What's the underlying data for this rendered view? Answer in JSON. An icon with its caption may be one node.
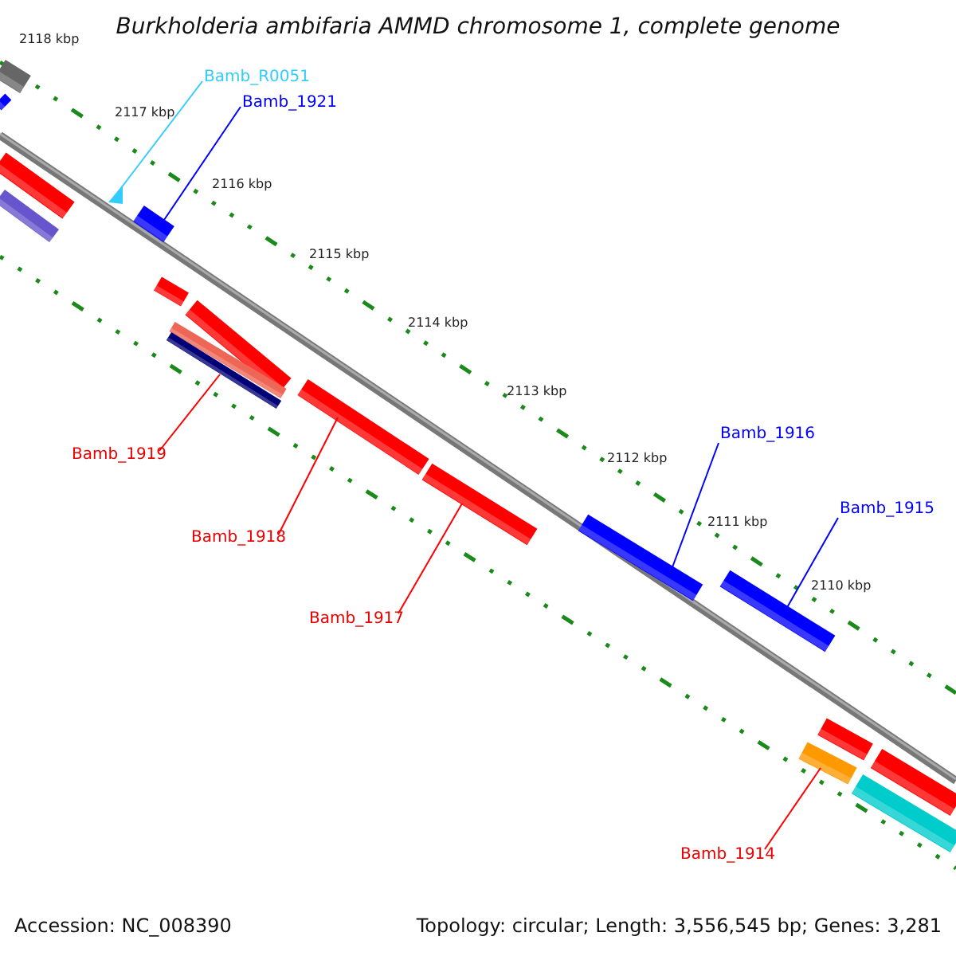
{
  "diagram": {
    "title": "Burkholderia ambifaria AMMD chromosome 1, complete genome",
    "nodes": [
      {
        "text": [
          "Bamb_R0051"
        ]
      },
      {
        "text": [],
        "shape": "triangle"
      },
      {
        "text": [
          "Bamb_1921"
        ]
      },
      {
        "text": [],
        "shape": "bar"
      },
      {
        "text": [
          "Bamb_1916"
        ]
      },
      {
        "text": [],
        "shape": "bar"
      },
      {
        "text": [
          "Bamb_1915"
        ]
      },
      {
        "text": [],
        "shape": "bar"
      },
      {
        "text": [
          "Bamb_1919"
        ]
      },
      {
        "text": [],
        "shape": "bar"
      },
      {
        "text": [
          "Bamb_1918"
        ]
      },
      {
        "text": [],
        "shape": "bar"
      },
      {
        "text": [
          "Bamb_1917"
        ]
      },
      {
        "text": [],
        "shape": "bar"
      },
      {
        "text": [
          "Bamb_1914"
        ]
      },
      {
        "text": [],
        "shape": "bar"
      }
    ],
    "edges": [
      {
        "from": 0,
        "to": 1,
        "arrow": "none",
        "color": "#33ccff"
      },
      {
        "from": 2,
        "to": 3,
        "arrow": "none",
        "color": "#0000ff"
      },
      {
        "from": 4,
        "to": 5,
        "arrow": "none",
        "color": "#0000ff"
      },
      {
        "from": 6,
        "to": 7,
        "arrow": "none",
        "color": "#0000ff"
      },
      {
        "from": 8,
        "to": 9,
        "arrow": "none"
      },
      {
        "from": 10,
        "to": 11,
        "arrow": "none"
      },
      {
        "from": 12,
        "to": 13,
        "arrow": "none"
      },
      {
        "from": 14,
        "to": 15,
        "arrow": "none"
      }
    ],
    "labels": [
      "2118 kbp",
      "2117 kbp",
      "2116 kbp",
      "2115 kbp",
      "2114 kbp",
      "2113 kbp",
      "2112 kbp",
      "2111 kbp",
      "2110 kbp",
      "Accession: NC_008390",
      "Topology: circular; Length: 3,556,545 bp; Genes: 3,281"
    ]
  }
}
